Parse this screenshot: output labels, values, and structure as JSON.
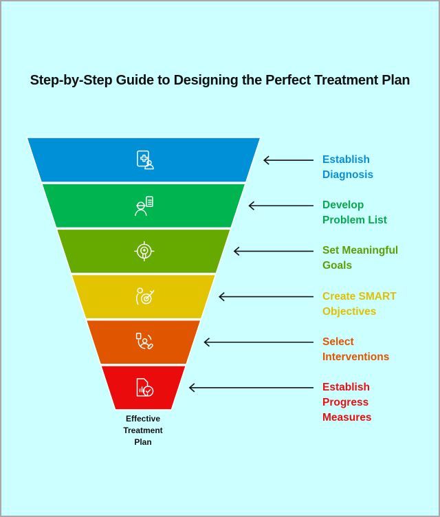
{
  "title": "Step-by-Step Guide to Designing the Perfect Treatment Plan",
  "bottom_label": [
    "Effective",
    "Treatment",
    "Plan"
  ],
  "steps": [
    {
      "lines": [
        "Establish",
        "Diagnosis"
      ],
      "color": "#0090d8",
      "text_color": "#0a8fd6",
      "icon": "medical-record-user-icon"
    },
    {
      "lines": [
        "Develop",
        "Problem List"
      ],
      "color": "#00b550",
      "text_color": "#05a84a",
      "icon": "worker-clipboard-icon"
    },
    {
      "lines": [
        "Set Meaningful",
        "Goals"
      ],
      "color": "#66aa00",
      "text_color": "#5e9e00",
      "icon": "target-head-icon"
    },
    {
      "lines": [
        "Create SMART",
        "Objectives"
      ],
      "color": "#e2c400",
      "text_color": "#e0c000",
      "icon": "person-target-arrow-icon"
    },
    {
      "lines": [
        "Select",
        "Interventions"
      ],
      "color": "#e05500",
      "text_color": "#e05500",
      "icon": "person-pill-cycle-icon"
    },
    {
      "lines": [
        "Establish",
        "Progress",
        "Measures"
      ],
      "color": "#ea0c0c",
      "text_color": "#e81010",
      "icon": "report-check-icon"
    }
  ]
}
